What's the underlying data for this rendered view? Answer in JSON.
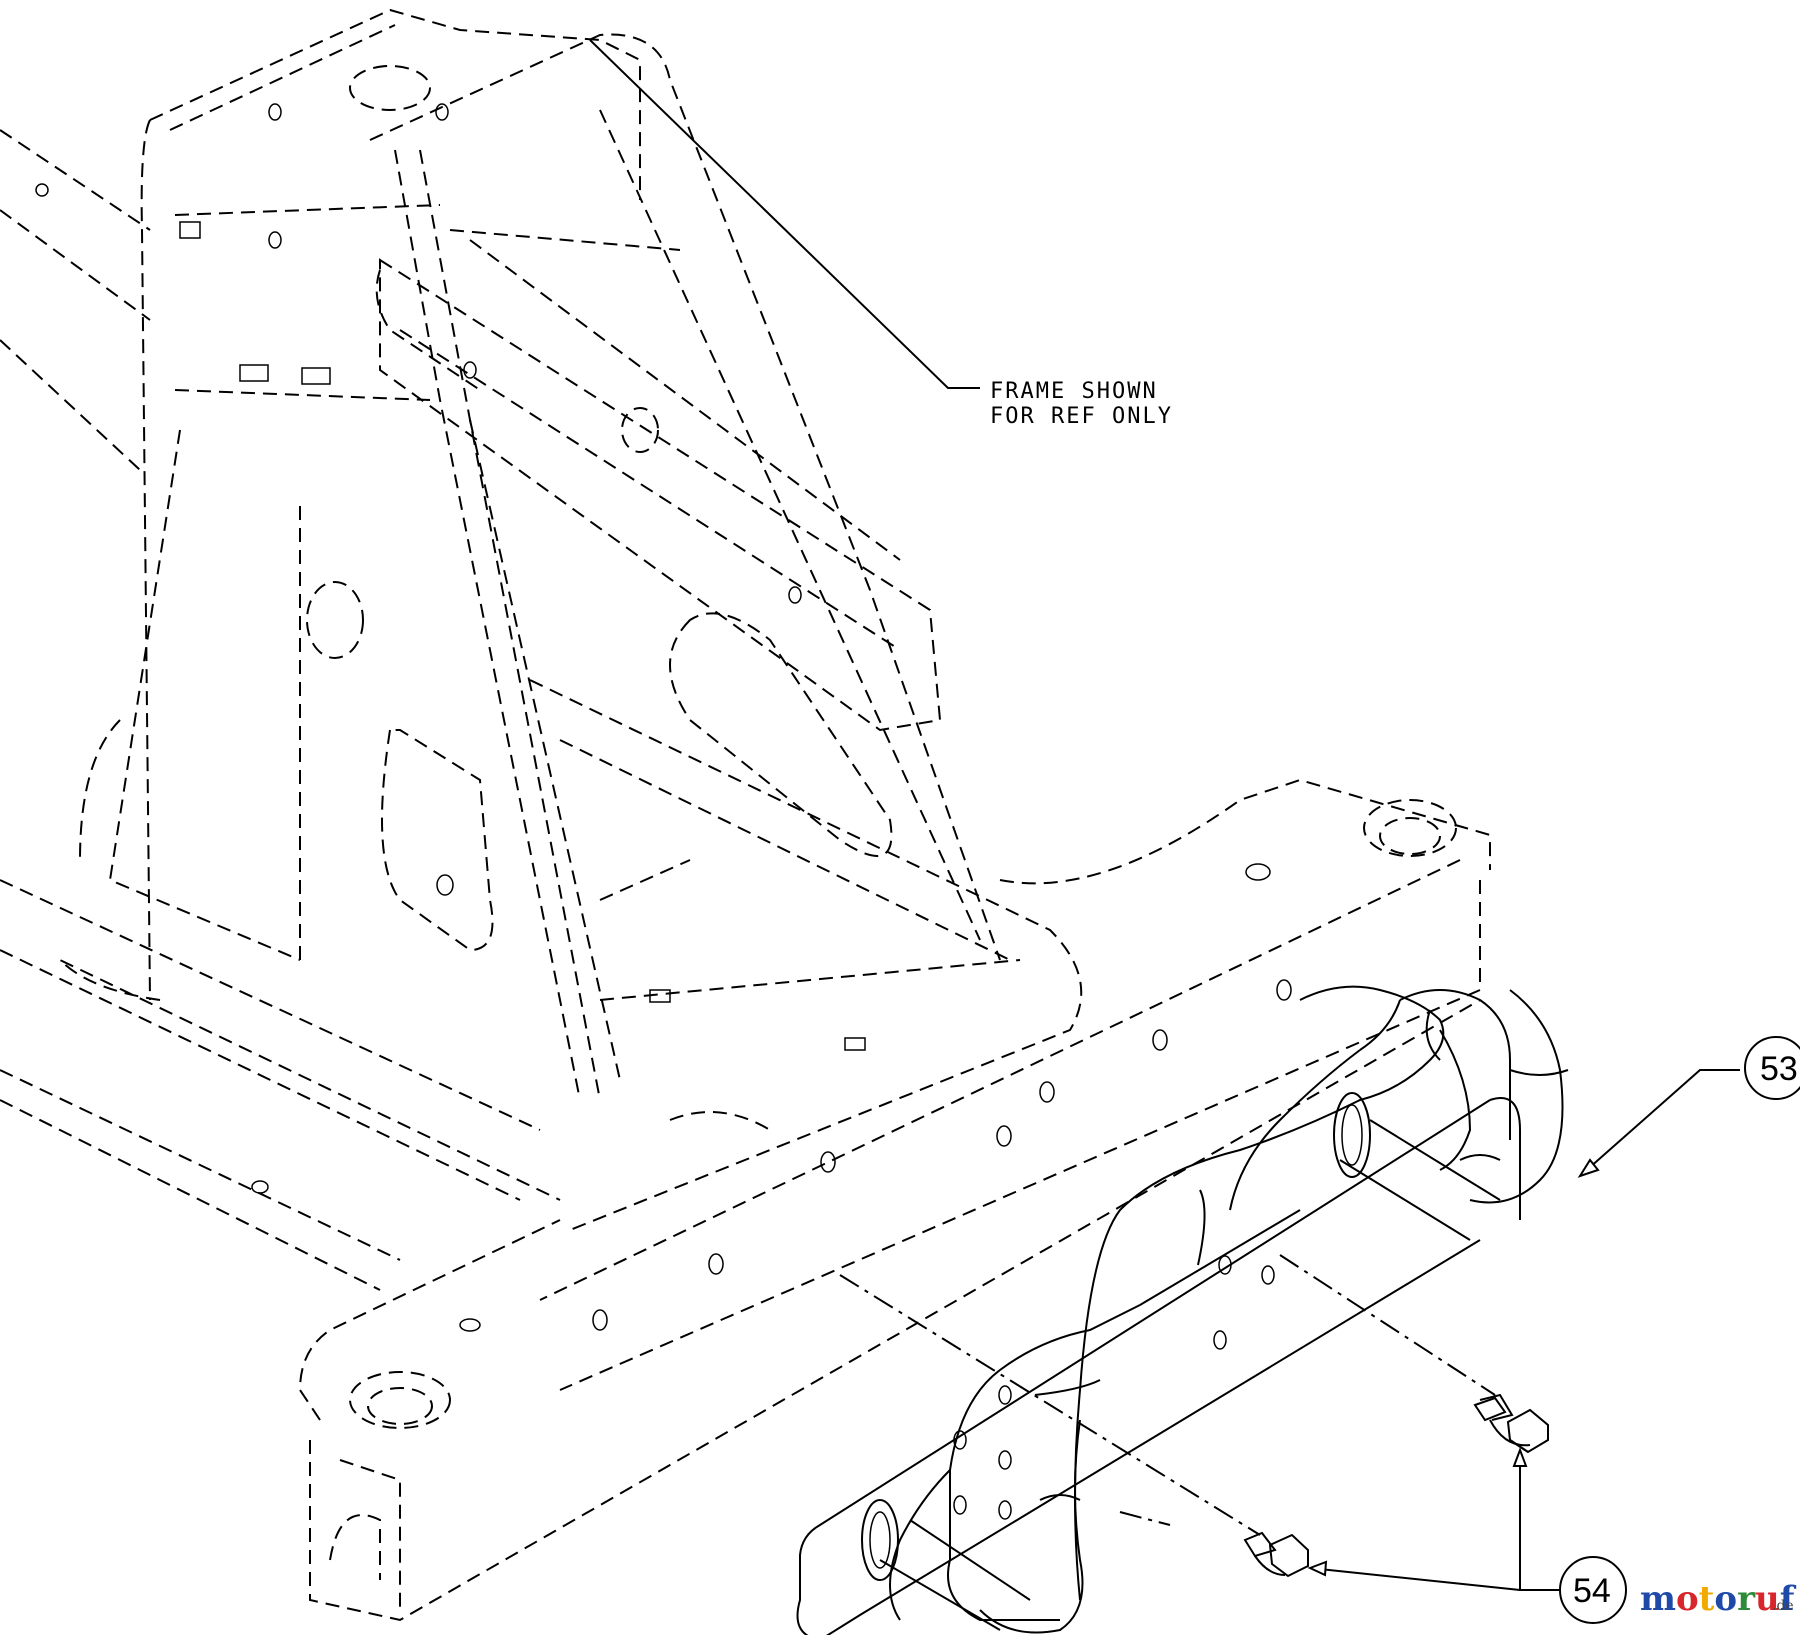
{
  "note": {
    "line1": "FRAME SHOWN",
    "line2": "FOR REF ONLY"
  },
  "callouts": {
    "part53": "53",
    "part54": "54"
  },
  "watermark": {
    "brand": "motoruf",
    "tld": ".de",
    "colors": [
      "#1f4aa8",
      "#d8262d",
      "#f2a900",
      "#1f4aa8",
      "#2e8b3a",
      "#d8262d",
      "#1f4aa8"
    ]
  }
}
